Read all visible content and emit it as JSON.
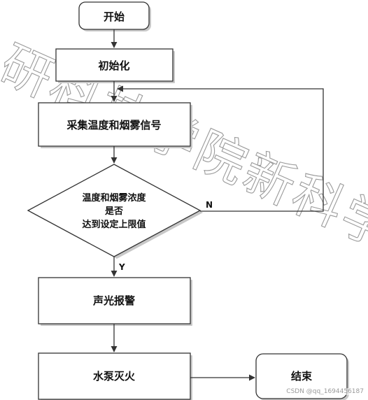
{
  "nodes": {
    "start": "开始",
    "init": "初始化",
    "collect": "采集温度和烟雾信号",
    "decision": [
      "温度和烟雾浓度",
      "是否",
      "达到设定上限值"
    ],
    "alarm": "声光报警",
    "pump": "水泵灭火",
    "end": "结束"
  },
  "labels": {
    "no": "N",
    "yes": "Y"
  },
  "watermark": {
    "text": "研科技学院新科学院"
  },
  "footer": "CSDN @qq_1694456187",
  "colors": {
    "box_fill": "#ffffff",
    "stroke": "#333333",
    "shadow": "#c8c8c8"
  }
}
